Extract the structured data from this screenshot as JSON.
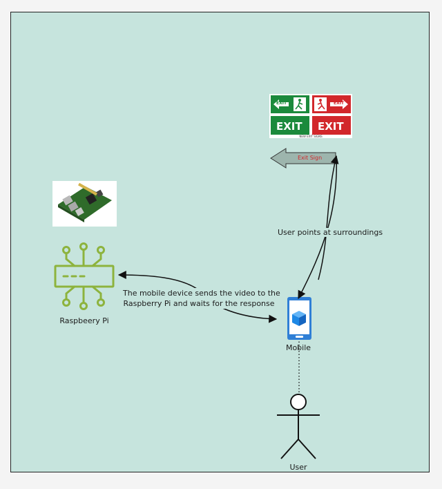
{
  "nodes": {
    "raspberry_pi": {
      "label": "Raspbeery Pi"
    },
    "mobile": {
      "label": "Mobile"
    },
    "user": {
      "label": "User"
    },
    "exit_arrow": {
      "label": "Exit Sign"
    }
  },
  "exit_signs": {
    "panel_text": "EXIT",
    "caption": "NEW EXIT SIGNS"
  },
  "edges": {
    "user_points": {
      "label": "User points at surroundings"
    },
    "video_to_pi": {
      "line1": "The mobile device sends the video to the",
      "line2": "Raspberry Pi and waits for the response"
    }
  },
  "colors": {
    "background": "#c6e4dd",
    "pi_icon": "#8db33d",
    "exit_green": "#1b8a3c",
    "exit_red": "#d2272b",
    "phone": "#2f7fd6",
    "arrow_block": "#9db5ad"
  }
}
